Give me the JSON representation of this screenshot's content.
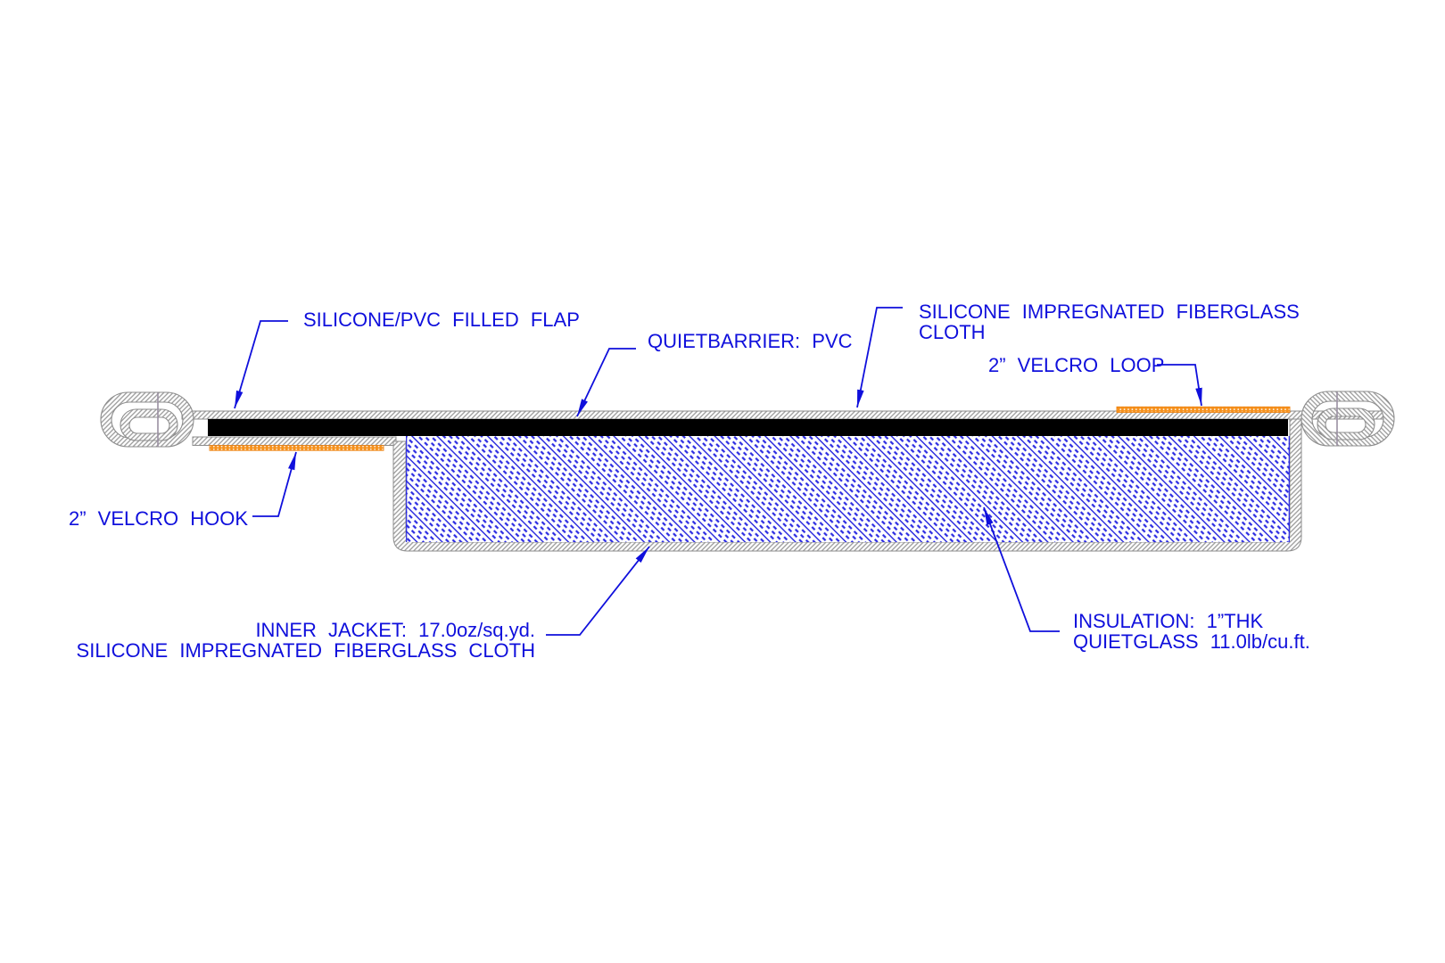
{
  "diagram": {
    "description": "Cross-section technical drawing of a removable insulation blanket",
    "colors": {
      "annotation_blue": "#0f0fdc",
      "insulation_hatch_blue": "#2a2ae2",
      "velcro_orange": "#f6921e",
      "fabric_hatch_gray": "#9b9b9b",
      "outline_gray": "#8d8d8d",
      "seam_line_gray_purple": "#9a8fa2",
      "barrier_black": "#000000",
      "background": "#ffffff"
    },
    "labels": {
      "filled_flap": "SILICONE/PVC FILLED FLAP",
      "quietbarrier": "QUIETBARRIER: PVC",
      "fiberglass_cloth": {
        "line1": "SILICONE IMPREGNATED FIBERGLASS",
        "line2": "CLOTH"
      },
      "velcro_loop": "2” VELCRO LOOP",
      "velcro_hook": "2” VELCRO HOOK",
      "inner_jacket": {
        "line1": "INNER JACKET: 17.0oz/sq.yd.",
        "line2": "SILICONE IMPREGNATED FIBERGLASS CLOTH"
      },
      "insulation": {
        "line1": "INSULATION: 1”THK",
        "line2": "QUIETGLASS 11.0lb/cu.ft."
      }
    }
  }
}
